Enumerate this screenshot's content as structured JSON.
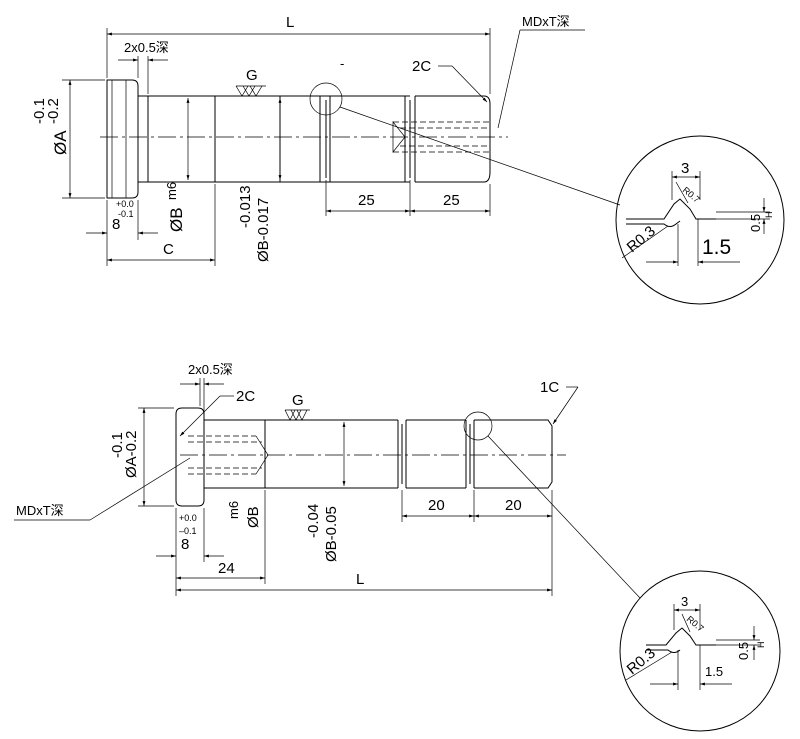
{
  "top_view": {
    "dim_L": "L",
    "note_mdxt": "MDxT深",
    "note_chamfer": "2x0.5深",
    "note_G": "G",
    "note_2C": "2C",
    "tol_A_upper": "-0.1",
    "tol_A_lower": "-0.2",
    "dim_A": "ØA",
    "tol_8_upper": "+0.0",
    "tol_8_lower": "-0.1",
    "dim_8": "8",
    "dim_B": "ØB",
    "dim_B_fit": "m6",
    "tol_B2_upper": "-0.013",
    "dim_B2": "ØB-0.017",
    "dim_C": "C",
    "dim_25a": "25",
    "dim_25b": "25",
    "dash_mark": "-"
  },
  "top_detail": {
    "dim_3": "3",
    "dim_R07": "R0.7",
    "dim_R03": "R0.3",
    "dim_05": "0.5",
    "dim_15": "1.5",
    "dim_h": "H"
  },
  "bottom_view": {
    "note_chamfer": "2x0.5深",
    "note_2C": "2C",
    "note_G": "G",
    "note_1C": "1C",
    "note_mdxt": "MDxT深",
    "tol_A_upper": "-0.1",
    "dim_A": "ØA-0.2",
    "tol_8_upper": "+0.0",
    "tol_8_lower": "–0.1",
    "dim_8": "8",
    "dim_B_fit": "m6",
    "dim_B": "ØB",
    "tol_B2_upper": "-0.04",
    "dim_B2": "ØB-0.05",
    "dim_20a": "20",
    "dim_20b": "20",
    "dim_24": "24",
    "dim_L": "L"
  },
  "bottom_detail": {
    "dim_3": "3",
    "dim_R07": "R0.7",
    "dim_R03": "R0.3",
    "dim_05": "0.5",
    "dim_15": "1.5",
    "dim_h": "H"
  }
}
